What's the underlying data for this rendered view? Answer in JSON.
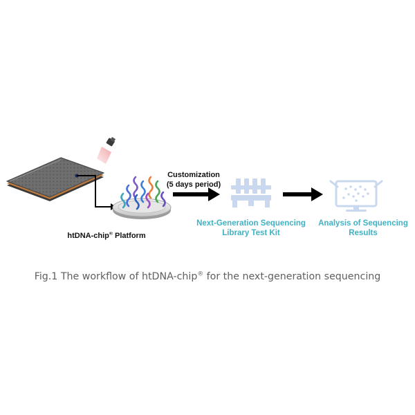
{
  "labels": {
    "platform_name": "htDNA-chip",
    "platform_suffix": " Platform",
    "customization_line1": "Customization",
    "customization_line2": "(5 days period)",
    "ngs_kit_line1": "Next-Generation Sequencing",
    "ngs_kit_line2": "Library Test Kit",
    "analysis_line1": "Analysis of Sequencing",
    "analysis_line2": "Results"
  },
  "caption": {
    "prefix": "Fig.1 The workflow of htDNA-chip",
    "suffix": " for the next-generation sequencing"
  },
  "registered_mark": "®",
  "colors": {
    "teal": "#3fb2c4",
    "chip_gray": "#6e6e6e",
    "chip_edge": "#c47a3a",
    "laser_red": "#e0404a",
    "icon_blue": "#c9d8ee",
    "arrow": "#000000",
    "caption": "#5f5f5f"
  },
  "icons": {
    "chip": "dna-chip-icon",
    "laser": "laser-emitter-icon",
    "dish": "dna-petri-dish-icon",
    "kit": "library-kit-icon",
    "monitor": "analysis-monitor-icon"
  }
}
